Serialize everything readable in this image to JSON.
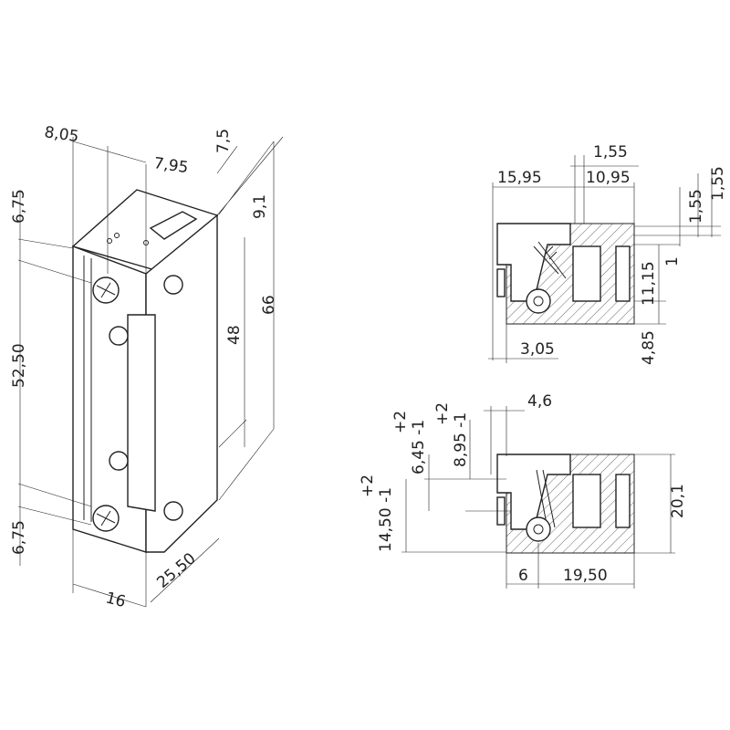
{
  "front_view": {
    "dims": {
      "d805": "8,05",
      "d795": "7,95",
      "d75": "7,5",
      "d91": "9,1",
      "d66": "66",
      "d48": "48",
      "d675_top": "6,75",
      "d5250": "52,50",
      "d675_bottom": "6,75",
      "d16": "16",
      "d2550": "25,50"
    }
  },
  "side_view_top": {
    "dims": {
      "d155_a": "1,55",
      "d1595": "15,95",
      "d1095": "10,95",
      "d155_b": "1,55",
      "d155_c": "1,55",
      "d1": "1",
      "d1115": "11,15",
      "d485": "4,85",
      "d305": "3,05"
    }
  },
  "side_view_bottom": {
    "dims": {
      "d46": "4,6",
      "tol_p1": "+2",
      "d645": "6,45 -1",
      "tol_p2": "+2",
      "d895": "8,95 -1",
      "tol_p3": "+2",
      "d1450": "14,50 -1",
      "d201": "20,1",
      "d6": "6",
      "d1950": "19,50"
    }
  }
}
